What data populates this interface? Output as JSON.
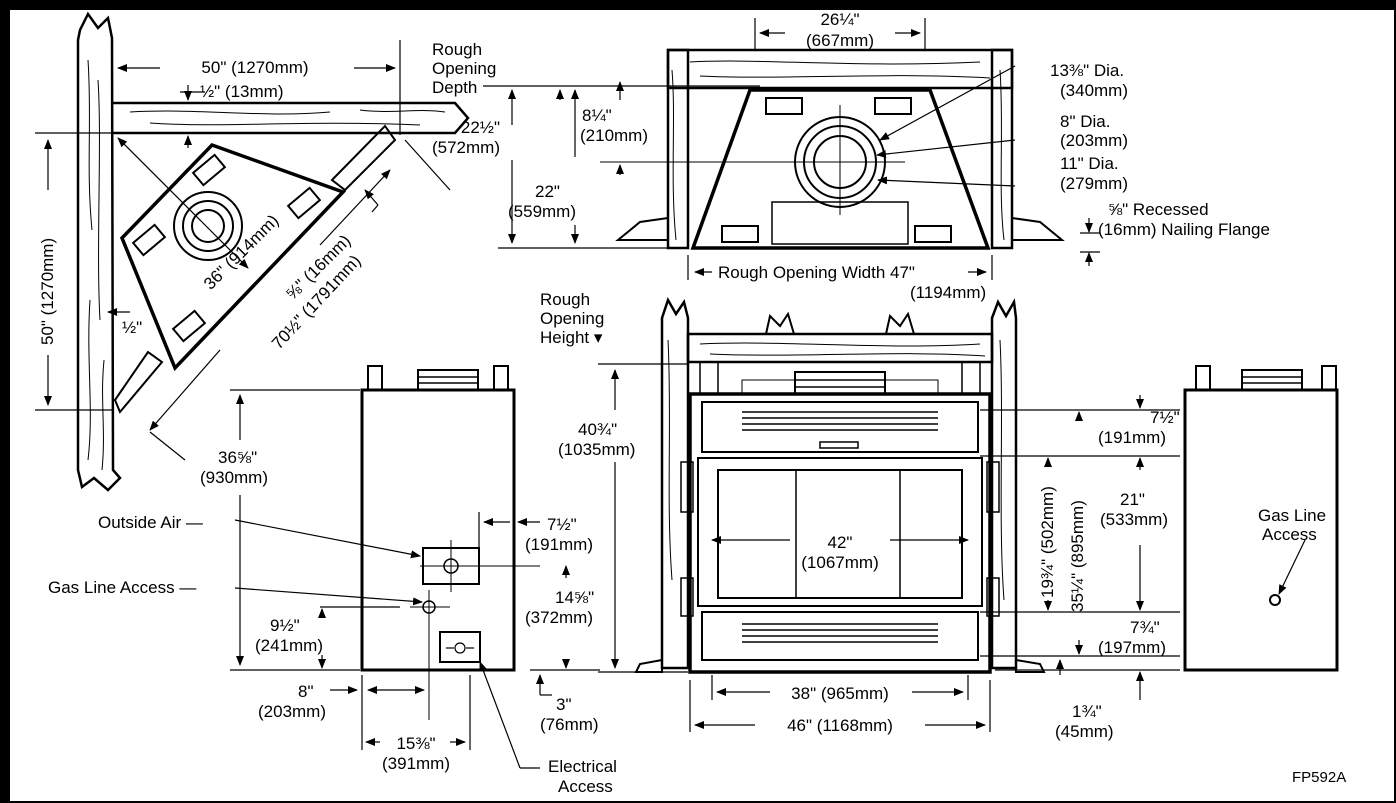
{
  "labels": {
    "w50a": "50\" (1270mm)",
    "half13": "½\" (13mm)",
    "rough_depth_1": "Rough",
    "rough_depth_2": "Opening",
    "rough_depth_3": "Depth",
    "h50": "50\" (1270mm)",
    "r36": "36\" (914mm)",
    "f58": "⅝\" (16mm)",
    "d70": "70½\" (1791mm)",
    "half": "½\"",
    "w26": "26¼\"",
    "w26mm": "(667mm)",
    "d13": "13⅜\" Dia.",
    "d13mm": "(340mm)",
    "d8": "8\" Dia.",
    "d8mm": "(203mm)",
    "d11": "11\" Dia.",
    "d11mm": "(279mm)",
    "h22h": "22½\"",
    "h22hmm": "(572mm)",
    "h8q": "8¼\"",
    "h8qmm": "(210mm)",
    "h22": "22\"",
    "h22mm": "(559mm)",
    "recess1": "⅝\" Recessed",
    "recess2": "(16mm) Nailing Flange",
    "row": "Rough Opening Width 47\"",
    "rowmm": "(1194mm)",
    "roh1": "Rough",
    "roh2": "Opening",
    "roh3": "Height ▾",
    "h40": "40¾\"",
    "h40mm": "(1035mm)",
    "h7a": "7½\"",
    "h7amm": "(191mm)",
    "h21": "21\"",
    "h21mm": "(533mm)",
    "h19": "19¾\" (502mm)",
    "h35": "35¼\" (895mm)",
    "w42": "42\"",
    "w42mm": "(1067mm)",
    "h7b": "7¾\"",
    "h7bmm": "(197mm)",
    "w38": "38\" (965mm)",
    "w46": "46\" (1168mm)",
    "h1": "1¾\"",
    "h1mm": "(45mm)",
    "gas_r1": "Gas Line",
    "gas_r2": "Access",
    "h36": "36⅝\"",
    "h36mm": "(930mm)",
    "outside_air": "Outside Air —",
    "gas_l": "Gas Line Access —",
    "w7": "7½\"",
    "w7mm": "(191mm)",
    "h14": "14⅝\"",
    "h14mm": "(372mm)",
    "h9": "9½\"",
    "h9mm": "(241mm)",
    "w8": "8\"",
    "w8mm": "(203mm)",
    "h3": "3\"",
    "h3mm": "(76mm)",
    "w15": "15⅜\"",
    "w15mm": "(391mm)",
    "elec1": "Electrical",
    "elec2": "Access",
    "code": "FP592A"
  }
}
